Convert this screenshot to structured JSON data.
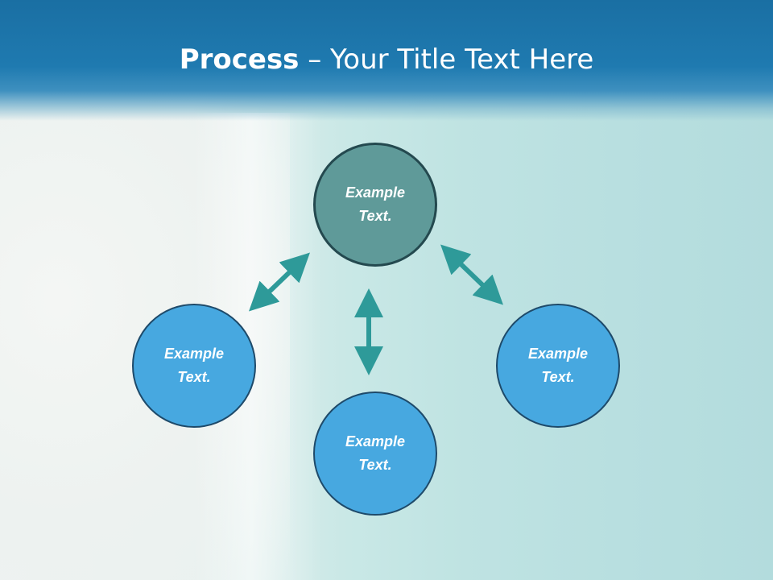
{
  "title": {
    "bold": "Process",
    "rest": " – Your Title Text Here"
  },
  "nodes": [
    {
      "text": "Example Text."
    },
    {
      "text": "Example Text."
    },
    {
      "text": "Example Text."
    },
    {
      "text": "Example Text."
    }
  ],
  "colors": {
    "header": "#1f7ab0",
    "node_top": "#5f9a99",
    "node_other": "#47a8e0",
    "arrow": "#2e9a99"
  }
}
